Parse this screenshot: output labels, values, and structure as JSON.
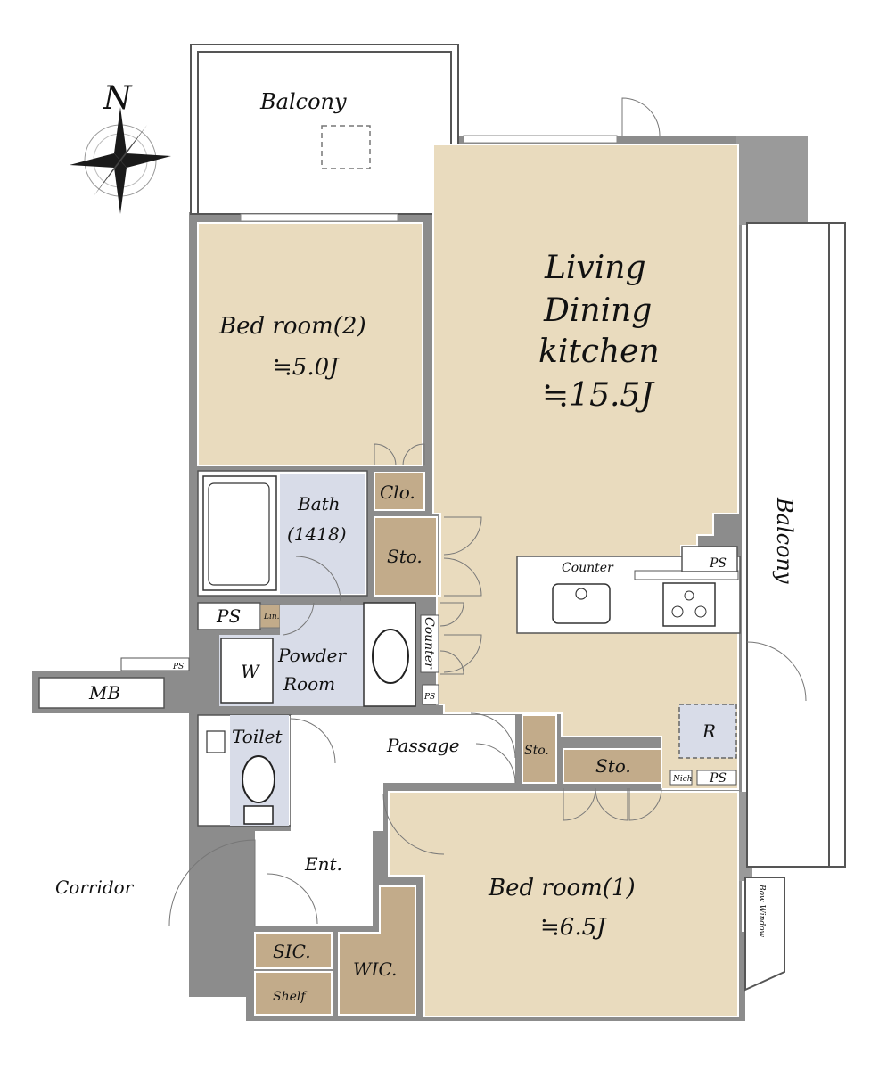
{
  "compass": {
    "north": "N"
  },
  "rooms": {
    "balcony_top": "Balcony",
    "balcony_right": "Balcony",
    "ldk_line1": "Living",
    "ldk_line2": "Dining",
    "ldk_line3": "kitchen",
    "ldk_size": "≒15.5J",
    "bed2_name": "Bed room(2)",
    "bed2_size": "≒5.0J",
    "bed1_name": "Bed room(1)",
    "bed1_size": "≒6.5J",
    "bath_line1": "Bath",
    "bath_line2": "(1418)",
    "clo": "Clo.",
    "sto_a": "Sto.",
    "sto_b": "Sto.",
    "sto_c": "Sto.",
    "ps_a": "PS",
    "ps_b": "PS",
    "ps_c": "PS",
    "ps_d": "PS",
    "ps_e": "PS",
    "lin": "Lin.",
    "powder_line1": "Powder",
    "powder_line2": "Room",
    "washer": "W",
    "counter_vertical": "Counter",
    "counter_kitchen": "Counter",
    "mb": "MB",
    "toilet": "Toilet",
    "passage": "Passage",
    "fridge": "R",
    "nich": "Nich",
    "ent": "Ent.",
    "corridor": "Corridor",
    "sic": "SIC.",
    "shelf": "Shelf",
    "wic": "WIC.",
    "bow_window": "Bow Window"
  }
}
